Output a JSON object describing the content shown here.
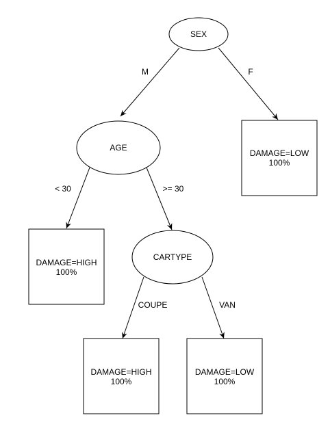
{
  "nodes": {
    "sex": {
      "label": "SEX"
    },
    "age": {
      "label": "AGE"
    },
    "cartype": {
      "label": "CARTYPE"
    },
    "leaf_f": {
      "line1": "DAMAGE=LOW",
      "line2": "100%"
    },
    "leaf_age_lt30": {
      "line1": "DAMAGE=HIGH",
      "line2": "100%"
    },
    "leaf_coupe": {
      "line1": "DAMAGE=HIGH",
      "line2": "100%"
    },
    "leaf_van": {
      "line1": "DAMAGE=LOW",
      "line2": "100%"
    }
  },
  "edges": {
    "m": "M",
    "f": "F",
    "lt30": "< 30",
    "ge30": ">= 30",
    "coupe": "COUPE",
    "van": "VAN"
  }
}
